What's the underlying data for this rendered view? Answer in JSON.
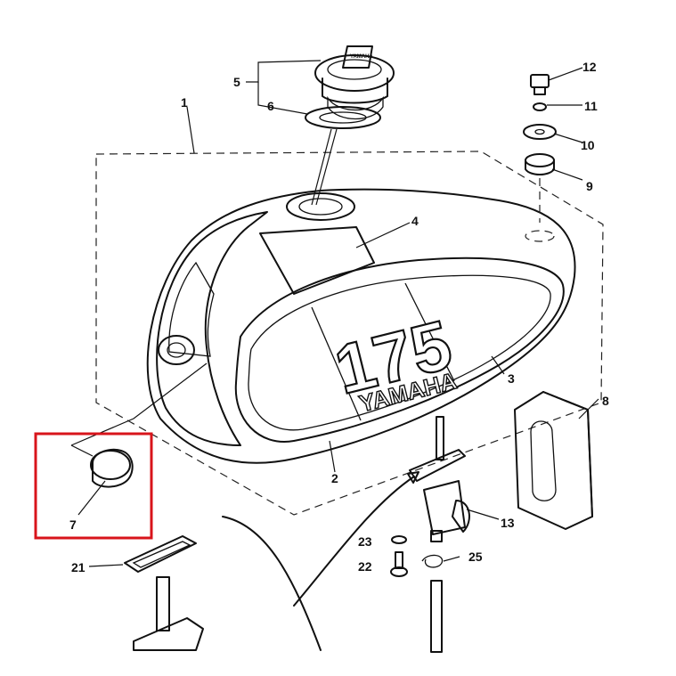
{
  "diagram": {
    "tank_number_text": "175",
    "tank_brand_text": "YAMAHA",
    "cap_brand_text": "YAMAHA",
    "highlight_color": "#d8141b",
    "highlighted_part": "7",
    "callouts": [
      {
        "id": "1",
        "text": "1"
      },
      {
        "id": "2",
        "text": "2"
      },
      {
        "id": "3",
        "text": "3"
      },
      {
        "id": "4",
        "text": "4"
      },
      {
        "id": "5",
        "text": "5"
      },
      {
        "id": "6",
        "text": "6"
      },
      {
        "id": "7",
        "text": "7"
      },
      {
        "id": "8",
        "text": "8"
      },
      {
        "id": "9",
        "text": "9"
      },
      {
        "id": "10",
        "text": "10"
      },
      {
        "id": "11",
        "text": "11"
      },
      {
        "id": "12",
        "text": "12"
      },
      {
        "id": "13",
        "text": "13"
      },
      {
        "id": "21",
        "text": "21"
      },
      {
        "id": "22",
        "text": "22"
      },
      {
        "id": "23",
        "text": "23"
      },
      {
        "id": "25",
        "text": "25"
      }
    ]
  }
}
